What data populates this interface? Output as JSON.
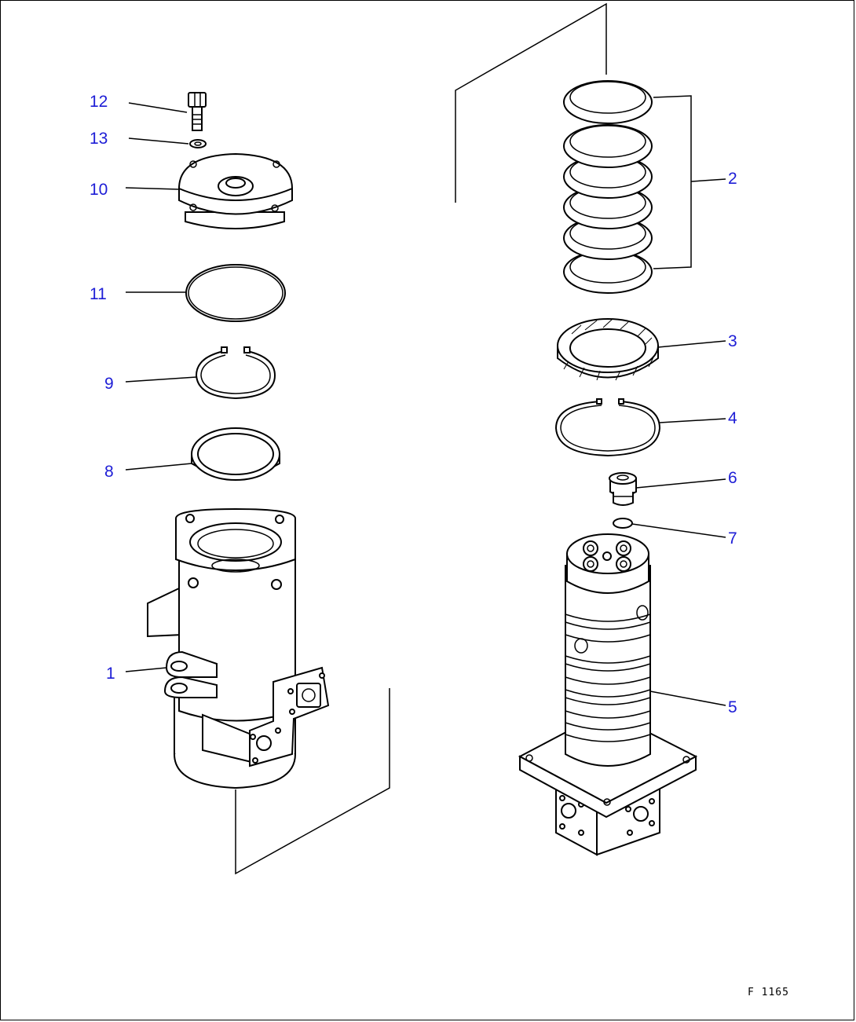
{
  "diagram": {
    "drawing_code": "F 1165",
    "callouts": [
      {
        "id": "12",
        "text": "12"
      },
      {
        "id": "13",
        "text": "13"
      },
      {
        "id": "10",
        "text": "10"
      },
      {
        "id": "11",
        "text": "11"
      },
      {
        "id": "9",
        "text": "9"
      },
      {
        "id": "8",
        "text": "8"
      },
      {
        "id": "1",
        "text": "1"
      },
      {
        "id": "2",
        "text": "2"
      },
      {
        "id": "3",
        "text": "3"
      },
      {
        "id": "4",
        "text": "4"
      },
      {
        "id": "6",
        "text": "6"
      },
      {
        "id": "7",
        "text": "7"
      },
      {
        "id": "5",
        "text": "5"
      }
    ],
    "parts": [
      {
        "callout": "1",
        "icon": "housing-icon"
      },
      {
        "callout": "2",
        "icon": "seal-ring-stack-icon"
      },
      {
        "callout": "3",
        "icon": "ring-icon"
      },
      {
        "callout": "4",
        "icon": "snap-ring-icon"
      },
      {
        "callout": "5",
        "icon": "swivel-shaft-icon"
      },
      {
        "callout": "6",
        "icon": "plug-icon"
      },
      {
        "callout": "7",
        "icon": "o-ring-icon"
      },
      {
        "callout": "8",
        "icon": "thrust-ring-icon"
      },
      {
        "callout": "9",
        "icon": "snap-ring-icon"
      },
      {
        "callout": "10",
        "icon": "cover-icon"
      },
      {
        "callout": "11",
        "icon": "o-ring-icon"
      },
      {
        "callout": "12",
        "icon": "bolt-icon"
      },
      {
        "callout": "13",
        "icon": "washer-icon"
      }
    ],
    "label_color": "#1d1dd6",
    "line_color": "#000000"
  }
}
